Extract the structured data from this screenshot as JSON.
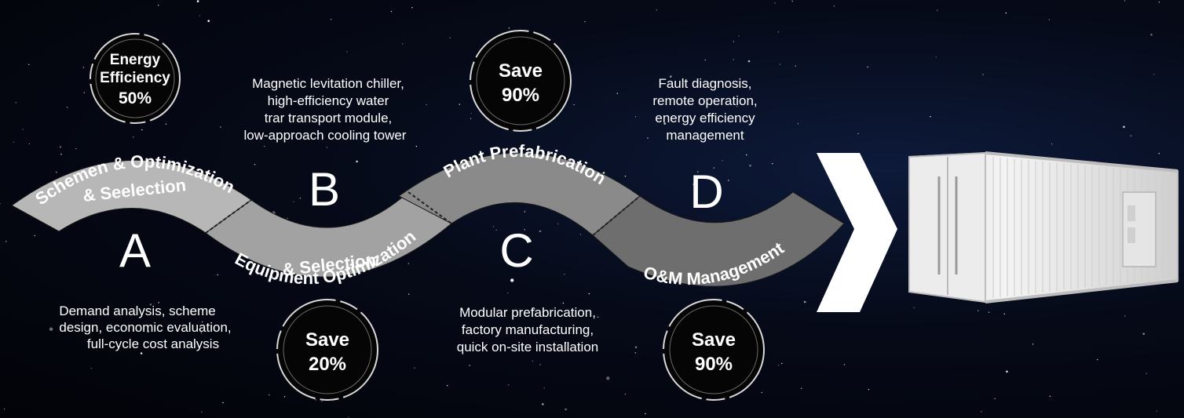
{
  "stages": [
    {
      "letter": "A",
      "band_label_lines": [
        "Schemen & Optimization",
        "& Seelection"
      ],
      "badge_lines": [
        "Energy",
        "Efficiency",
        "50%"
      ],
      "description_lines": [
        "Demand analysis, scheme",
        "design, economic evaluation,",
        "full-cycle cost analysis"
      ],
      "band_color": "#b7b7b7"
    },
    {
      "letter": "B",
      "band_label_lines": [
        "Equipment Optimization",
        "& Selection"
      ],
      "badge_lines": [
        "Save",
        "20%"
      ],
      "description_lines": [
        "Magnetic levitation chiller,",
        "high-efficiency water",
        "trar transport module,",
        "low-approach cooling tower"
      ],
      "band_color": "#a2a2a2"
    },
    {
      "letter": "C",
      "band_label_lines": [
        "Plant Prefabrication"
      ],
      "badge_lines": [
        "Save",
        "90%"
      ],
      "description_lines": [
        "Modular prefabrication,",
        "factory manufacturing,",
        "quick on-site installation"
      ],
      "band_color": "#8a8a8a"
    },
    {
      "letter": "D",
      "band_label_lines": [
        "O&M Management"
      ],
      "badge_lines": [
        "Save",
        "90%"
      ],
      "description_lines": [
        "Fault diagnosis,",
        "remote operation,",
        "energy efficiency",
        "management"
      ],
      "band_color": "#6e6e6e"
    }
  ],
  "icons": {
    "arrow": "chevron-right-icon",
    "product": "container-icon"
  },
  "colors": {
    "background": "#05070f",
    "text": "#ffffff",
    "badge_ring": "#d9d9d9",
    "arrow": "#ffffff",
    "container": "#eeeeee"
  }
}
